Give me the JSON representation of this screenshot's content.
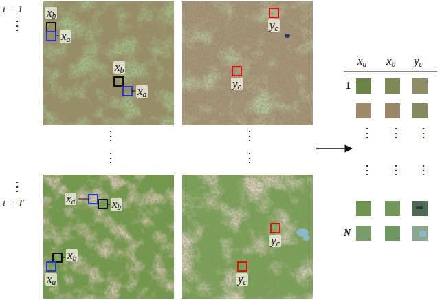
{
  "diagram": {
    "labels": [
      "t = 1",
      "⋮",
      "xb",
      "xa",
      "xb",
      "xa",
      "yc",
      "yc",
      "⋮",
      "⋮",
      "⋮",
      "⋮",
      "⋮",
      "t = T",
      "xa",
      "xb",
      "xb",
      "xa",
      "yc",
      "yc",
      "xa",
      "xb",
      "yc",
      "1",
      "⋮",
      "⋮",
      "⋮",
      "⋮",
      "⋮",
      "⋮",
      "N"
    ]
  }
}
